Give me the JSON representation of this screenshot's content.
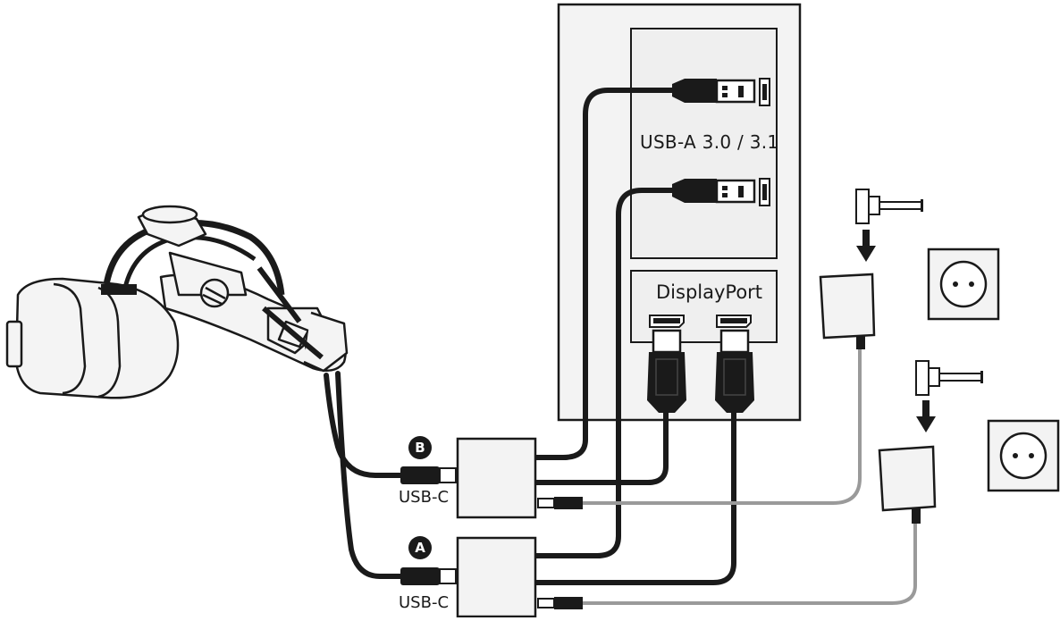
{
  "labels": {
    "usb_a": "USB-A 3.0 / 3.1",
    "displayport": "DisplayPort",
    "usb_c_b": "USB-C",
    "usb_c_a": "USB-C",
    "badge_b": "B",
    "badge_a": "A"
  },
  "colors": {
    "line": "#1a1a1a",
    "panel_fill": "#f2f2f2",
    "power_cable": "#9a9a9a",
    "headset_fill": "#f4f4f4"
  }
}
